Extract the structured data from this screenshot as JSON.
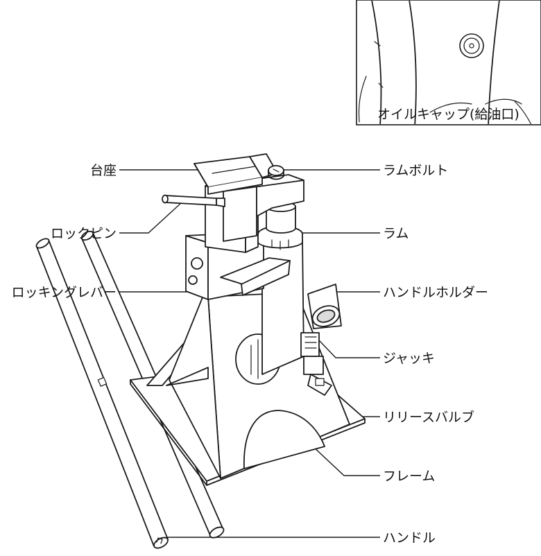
{
  "inset": {
    "label": "オイルキャップ(給油口)"
  },
  "labels": [
    {
      "id": "pedestal",
      "text": "台座"
    },
    {
      "id": "ram-bolt",
      "text": "ラムボルト"
    },
    {
      "id": "lock-pin",
      "text": "ロックピン"
    },
    {
      "id": "ram",
      "text": "ラム"
    },
    {
      "id": "locking-lever",
      "text": "ロッキングレバー"
    },
    {
      "id": "handle-holder",
      "text": "ハンドルホルダー"
    },
    {
      "id": "jack",
      "text": "ジャッキ"
    },
    {
      "id": "release-valve",
      "text": "リリースバルブ"
    },
    {
      "id": "frame",
      "text": "フレーム"
    },
    {
      "id": "handle",
      "text": "ハンドル"
    }
  ]
}
